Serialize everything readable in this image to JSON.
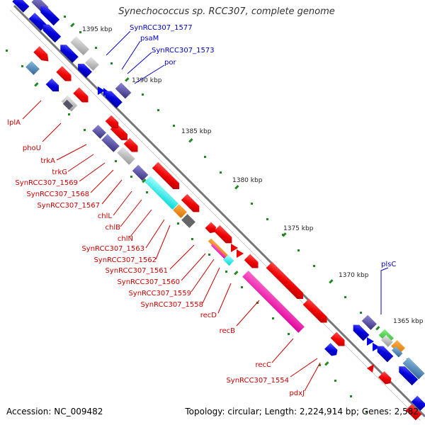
{
  "title": "Synechococcus sp. RCC307, complete genome",
  "footer": {
    "accession": "Accession: NC_009482",
    "summary": "Topology: circular; Length: 2,224,914 bp; Genes: 2,582"
  },
  "colors": {
    "forward": "#ff0000",
    "reverse": "#0000ee",
    "backbone": "#777777",
    "ticks": "#228822",
    "label_red": "#cc0000",
    "label_blue": "#0000cc"
  },
  "scale_labels": [
    "1395 kbp",
    "1390 kbp",
    "1385 kbp",
    "1380 kbp",
    "1375 kbp",
    "1370 kbp",
    "1365 kbp"
  ],
  "gene_labels_reverse_strand": [
    "SynRCC307_1577",
    "psaM",
    "SynRCC307_1573",
    "por",
    "plsC"
  ],
  "gene_labels_forward_strand": [
    "lplA",
    "phoU",
    "trkA",
    "trkG",
    "SynRCC307_1569",
    "SynRCC307_1568",
    "SynRCC307_1567",
    "chlL",
    "chlB",
    "chlN",
    "SynRCC307_1563",
    "SynRCC307_1562",
    "SynRCC307_1561",
    "SynRCC307_1560",
    "SynRCC307_1559",
    "SynRCC307_1558",
    "recD",
    "recB",
    "recC",
    "SynRCC307_1554",
    "pdxJ"
  ]
}
